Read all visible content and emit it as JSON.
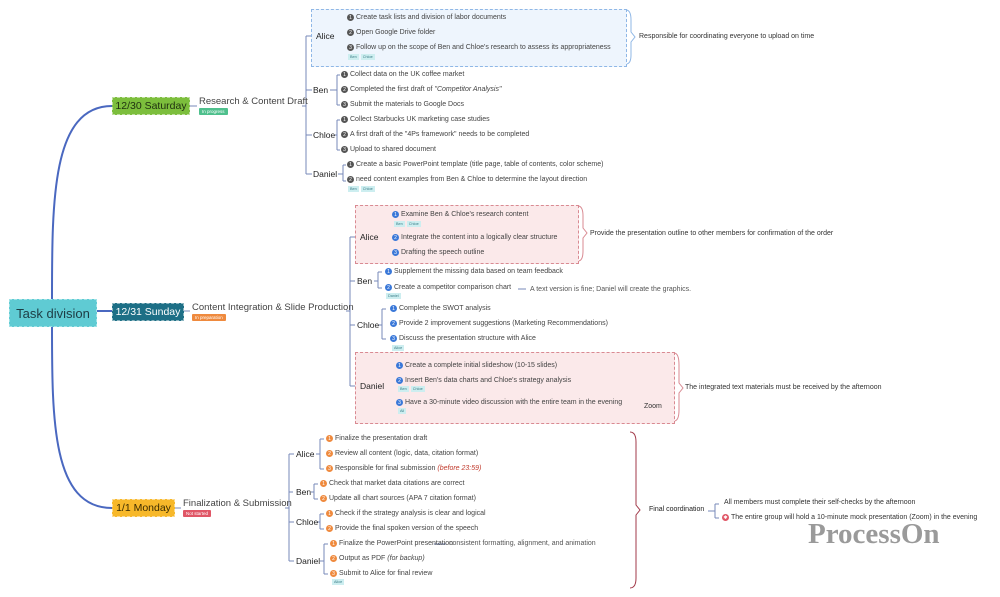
{
  "root": {
    "label": "Task division",
    "color": "#5fcbd3"
  },
  "days": [
    {
      "label": "12/30 Saturday",
      "color": "#7cbe3c",
      "phase": "Research & Content Draft",
      "status": {
        "label": "In progress",
        "color": "#4fc08d"
      },
      "members": [
        {
          "name": "Alice",
          "tasks": [
            {
              "num": "1",
              "text": "Create task lists and division of labor documents"
            },
            {
              "num": "2",
              "text": "Open Google Drive folder"
            },
            {
              "num": "3",
              "text": "Follow up on the scope of Ben and Chloe's research to assess its appropriateness",
              "tags": [
                "Ben",
                "Chloe"
              ]
            }
          ],
          "summary": "Responsible for coordinating everyone to upload on time"
        },
        {
          "name": "Ben",
          "tasks": [
            {
              "num": "1",
              "text": "Collect data on the UK coffee market"
            },
            {
              "num": "2",
              "text": "Completed the first draft of ",
              "emph": "\"Competitor Analysis\""
            },
            {
              "num": "3",
              "text": "Submit the materials to Google Docs"
            }
          ]
        },
        {
          "name": "Chloe",
          "tasks": [
            {
              "num": "1",
              "text": "Collect Starbucks UK marketing case studies"
            },
            {
              "num": "2",
              "text": "A first draft of the \"4Ps framework\" needs to be completed"
            },
            {
              "num": "3",
              "text": "Upload to shared document"
            }
          ]
        },
        {
          "name": "Daniel",
          "tasks": [
            {
              "num": "1",
              "text": "Create a basic PowerPoint template (title page, table of contents, color scheme)"
            },
            {
              "num": "2",
              "text": "need content examples from Ben & Chloe to determine the layout direction",
              "tags": [
                "Ben",
                "Chloe"
              ]
            }
          ]
        }
      ]
    },
    {
      "label": "12/31 Sunday",
      "color": "#1d6f86",
      "phase": "Content Integration & Slide Production",
      "status": {
        "label": "In preparation",
        "color": "#ef8a3e"
      },
      "members": [
        {
          "name": "Alice",
          "tasks": [
            {
              "num": "1",
              "text": "Examine Ben & Chloe's research content",
              "tags": [
                "Ben",
                "Chloe"
              ]
            },
            {
              "num": "2",
              "text": "Integrate the content into a logically clear structure"
            },
            {
              "num": "3",
              "text": "Drafting the speech outline"
            }
          ],
          "summary": "Provide the presentation outline to other members for confirmation of the order"
        },
        {
          "name": "Ben",
          "tasks": [
            {
              "num": "1",
              "text": "Supplement the missing data based on team feedback"
            },
            {
              "num": "2",
              "text": "Create a competitor comparison chart",
              "tags": [
                "Daniel"
              ],
              "note": "A text version is fine; Daniel will create the graphics."
            }
          ]
        },
        {
          "name": "Chloe",
          "tasks": [
            {
              "num": "1",
              "text": "Complete the SWOT analysis"
            },
            {
              "num": "2",
              "text": "Provide 2 improvement suggestions (Marketing Recommendations)"
            },
            {
              "num": "3",
              "text": "Discuss the presentation structure with Alice",
              "tags": [
                "Alice"
              ]
            }
          ]
        },
        {
          "name": "Daniel",
          "tasks": [
            {
              "num": "1",
              "text": "Create a complete initial slideshow (10-15 slides)"
            },
            {
              "num": "2",
              "text": "Insert Ben's data charts and Chloe's strategy analysis",
              "tags": [
                "Ben",
                "Chloe"
              ]
            },
            {
              "num": "3",
              "text": "Have a 30-minute video discussion with the entire team in the evening",
              "tags": [
                "All"
              ],
              "note": "Zoom"
            }
          ],
          "summary": "The integrated text materials must be received by the afternoon"
        }
      ]
    },
    {
      "label": "1/1 Monday",
      "color": "#f7b82a",
      "phase": "Finalization & Submission",
      "status": {
        "label": "Not started",
        "color": "#e05666"
      },
      "members": [
        {
          "name": "Alice",
          "tasks": [
            {
              "num": "1",
              "text": "Finalize the presentation draft"
            },
            {
              "num": "2",
              "text": "Review all content (logic, data, citation format)"
            },
            {
              "num": "3",
              "text": "Responsible for final submission ",
              "emph": "(before 23:59)"
            }
          ]
        },
        {
          "name": "Ben",
          "tasks": [
            {
              "num": "1",
              "text": "Check that market data citations are correct"
            },
            {
              "num": "2",
              "text": "Update all chart sources (APA 7 citation format)"
            }
          ]
        },
        {
          "name": "Chloe",
          "tasks": [
            {
              "num": "1",
              "text": "Check if the strategy analysis is clear and logical"
            },
            {
              "num": "2",
              "text": "Provide the final spoken version of the speech"
            }
          ]
        },
        {
          "name": "Daniel",
          "tasks": [
            {
              "num": "1",
              "text": "Finalize the PowerPoint presentation",
              "note": "consistent formatting, alignment, and animation"
            },
            {
              "num": "2",
              "text": "Output as PDF ",
              "emph": "(for backup)"
            },
            {
              "num": "3",
              "text": "Submit to Alice for final review",
              "tags": [
                "Alice"
              ]
            }
          ]
        }
      ],
      "summary": {
        "label": "Final coordination",
        "items": [
          {
            "text": "All members must complete their self-checks by the afternoon"
          },
          {
            "text": "The entire group will hold a 10-minute mock presentation (Zoom) in the evening",
            "icon": "star-icon"
          }
        ]
      }
    }
  ],
  "watermark": "ProcessOn"
}
